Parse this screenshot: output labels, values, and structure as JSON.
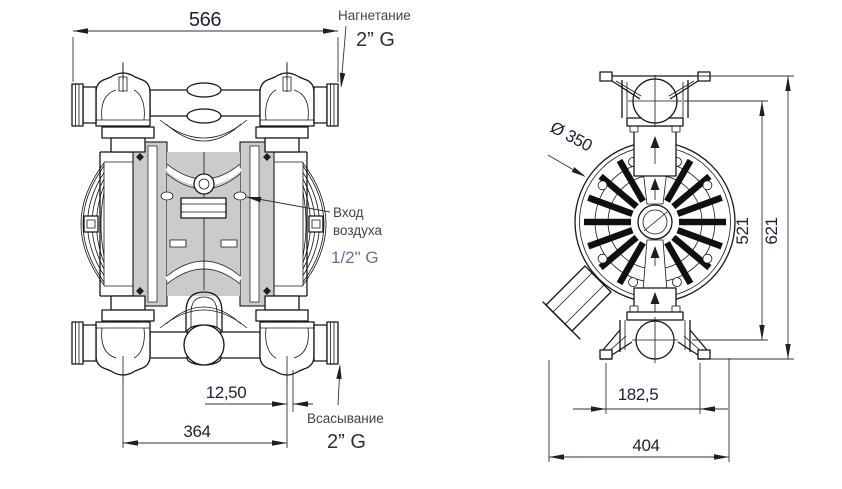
{
  "page": {
    "background": "#ffffff"
  },
  "front_view": {
    "dimensions": {
      "overall_width": "566",
      "suction_offset": "12,50",
      "port_spacing": "364"
    },
    "labels": {
      "discharge_name": "Нагнетание",
      "discharge_thread": "2” G",
      "air_inlet_name_line1": "Вход",
      "air_inlet_name_line2": "воздуха",
      "air_inlet_thread": "1/2\" G",
      "suction_name": "Всасывание",
      "suction_thread": "2” G"
    }
  },
  "side_view": {
    "dimensions": {
      "housing_diameter": "Ø 350",
      "port_center_height": "521",
      "overall_height": "621",
      "foot_spacing": "182,5",
      "overall_depth": "404"
    }
  },
  "colors": {
    "line": "#161616",
    "section_fill": "#cbcbcb",
    "dimension_text": "#1d2133",
    "label_text": "#434343",
    "thread_label_text": "#66738f"
  }
}
